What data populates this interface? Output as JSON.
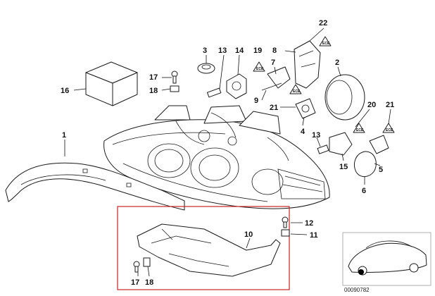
{
  "callouts": {
    "c1": "1",
    "c2": "2",
    "c3": "3",
    "c4": "4",
    "c5": "5",
    "c6": "6",
    "c7": "7",
    "c8": "8",
    "c9": "9",
    "c10": "10",
    "c11": "11",
    "c12": "12",
    "c13a": "13",
    "c13b": "13",
    "c14": "14",
    "c15": "15",
    "c16": "16",
    "c17a": "17",
    "c17b": "17",
    "c18a": "18",
    "c18b": "18",
    "c19": "19",
    "c20": "20",
    "c21a": "21",
    "c21b": "21",
    "c22": "22"
  },
  "colors": {
    "inset_frame": "#cc2222",
    "line": "#1a1a1a",
    "thumb_marker": "#000000"
  },
  "thumbnail": {
    "code": "00090782"
  },
  "icons": [
    "warning-triangle-icon",
    "car-thumbnail-icon"
  ]
}
